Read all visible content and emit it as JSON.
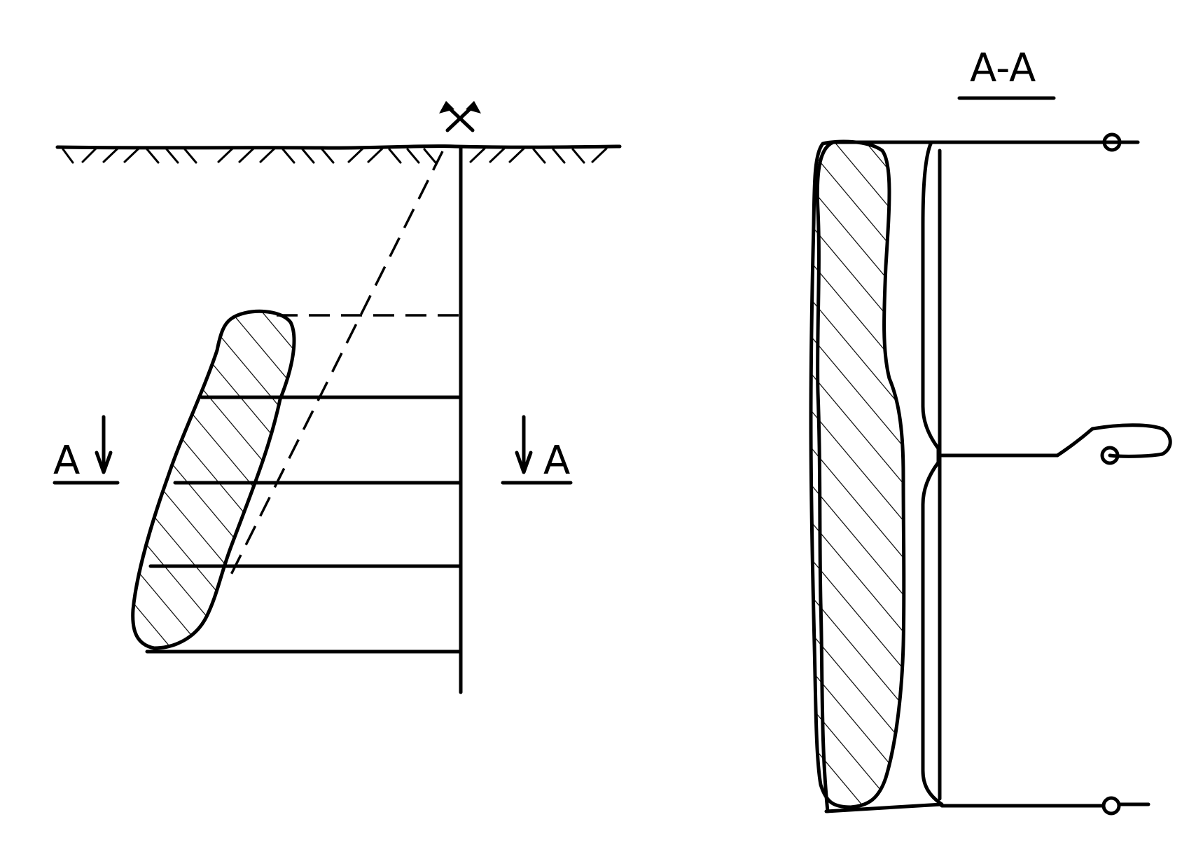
{
  "labels": {
    "section_title": "A-A",
    "section_mark_left": "A",
    "section_mark_right": "A"
  },
  "icons": {
    "surface_symbol": "crossed-hammers-icon"
  }
}
